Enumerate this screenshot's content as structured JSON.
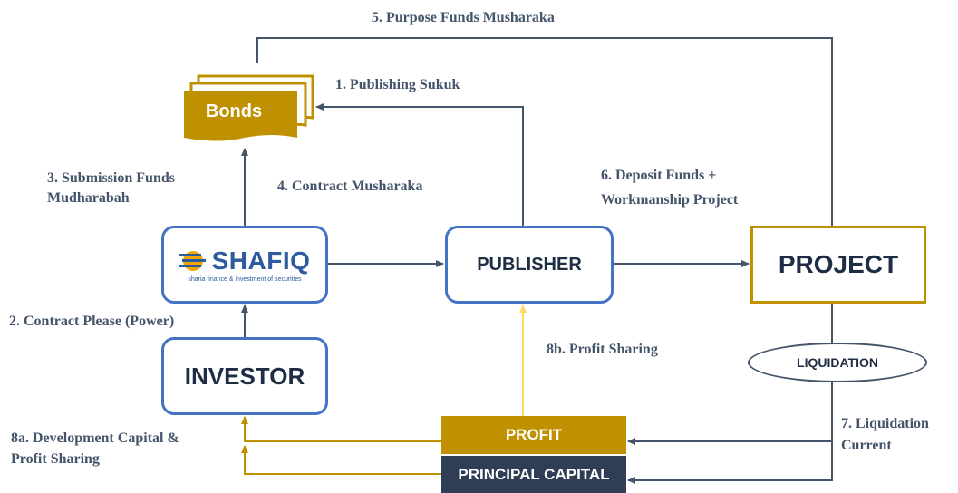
{
  "nodes": {
    "bonds": "Bonds",
    "shafiq_logo": "SHAFIQ",
    "shafiq_tagline": "sharia finance & investment of securities",
    "publisher": "PUBLISHER",
    "investor": "INVESTOR",
    "project": "PROJECT",
    "liquidation": "LIQUIDATION",
    "profit": "PROFIT",
    "principal_capital": "PRINCIPAL CAPITAL"
  },
  "edges": {
    "e1": "1. Publishing Sukuk",
    "e2": "2. Contract Please (Power)",
    "e3_line1": "3. Submission Funds",
    "e3_line2": "Mudharabah",
    "e4": "4. Contract Musharaka",
    "e5": "5. Purpose Funds Musharaka",
    "e6_line1": "6. Deposit Funds +",
    "e6_line2": "Workmanship  Project",
    "e7_line1": "7. Liquidation",
    "e7_line2": "Current",
    "e8a_line1": "8a. Development Capital &",
    "e8a_line2": "Profit Sharing",
    "e8b": "8b. Profit Sharing"
  },
  "colors": {
    "navy": "#44546a",
    "blue_border": "#4472c4",
    "gold": "#bf9000",
    "light_gold": "#ffd966",
    "dark_navy": "#2f3e55"
  }
}
